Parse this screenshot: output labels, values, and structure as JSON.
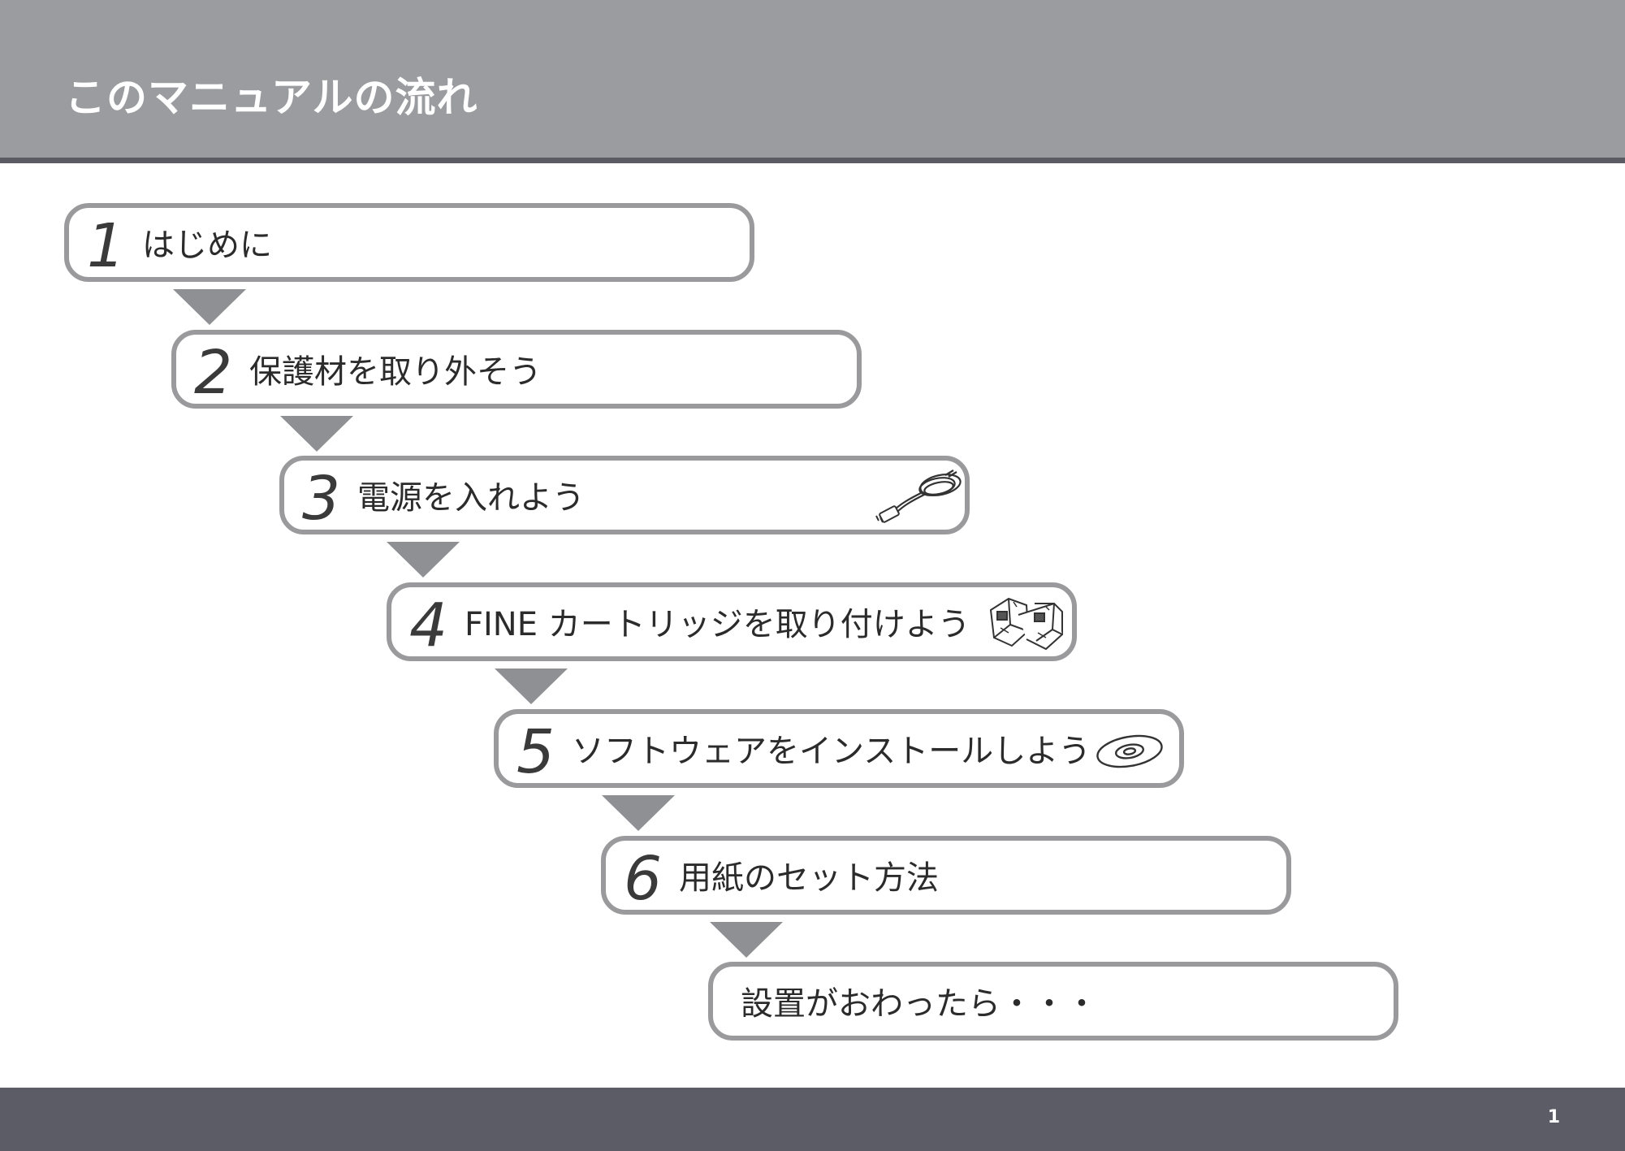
{
  "header": {
    "title": "このマニュアルの流れ"
  },
  "steps": [
    {
      "number": "1",
      "label": "はじめに"
    },
    {
      "number": "2",
      "label": "保護材を取り外そう"
    },
    {
      "number": "3",
      "label": "電源を入れよう",
      "icon": "power-cord-icon"
    },
    {
      "number": "4",
      "label": "FINE カートリッジを取り付けよう",
      "icon": "ink-cartridges-icon"
    },
    {
      "number": "5",
      "label": "ソフトウェアをインストールしよう",
      "icon": "cd-rom-icon"
    },
    {
      "number": "6",
      "label": "用紙のセット方法"
    },
    {
      "number": "",
      "label": "設置がおわったら・・・"
    }
  ],
  "footer": {
    "page_number": "1"
  },
  "colors": {
    "header_bg": "#9b9c9f",
    "header_rule": "#5a5b63",
    "box_border": "#9a9a9d",
    "arrow": "#8f9093",
    "footer_bg": "#5b5c66"
  }
}
